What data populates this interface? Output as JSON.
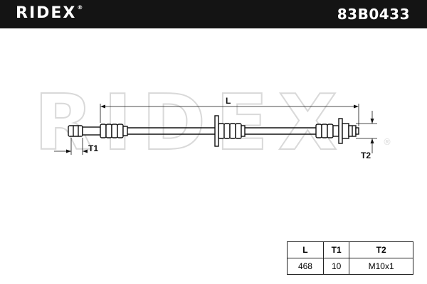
{
  "header": {
    "brand": "RIDEX",
    "brand_mark": "®",
    "part_number": "83B0433"
  },
  "watermark": {
    "text": "RIDEX",
    "mark": "®"
  },
  "drawing": {
    "dimension_labels": {
      "length": "L",
      "thread1": "T1",
      "thread2": "T2"
    }
  },
  "spec_table": {
    "headers": [
      "L",
      "T1",
      "T2"
    ],
    "row": [
      "468",
      "10",
      "M10x1"
    ]
  },
  "colors": {
    "header_bg": "#141414",
    "header_text": "#ffffff",
    "line": "#111111",
    "watermark": "#d9d9d9"
  }
}
